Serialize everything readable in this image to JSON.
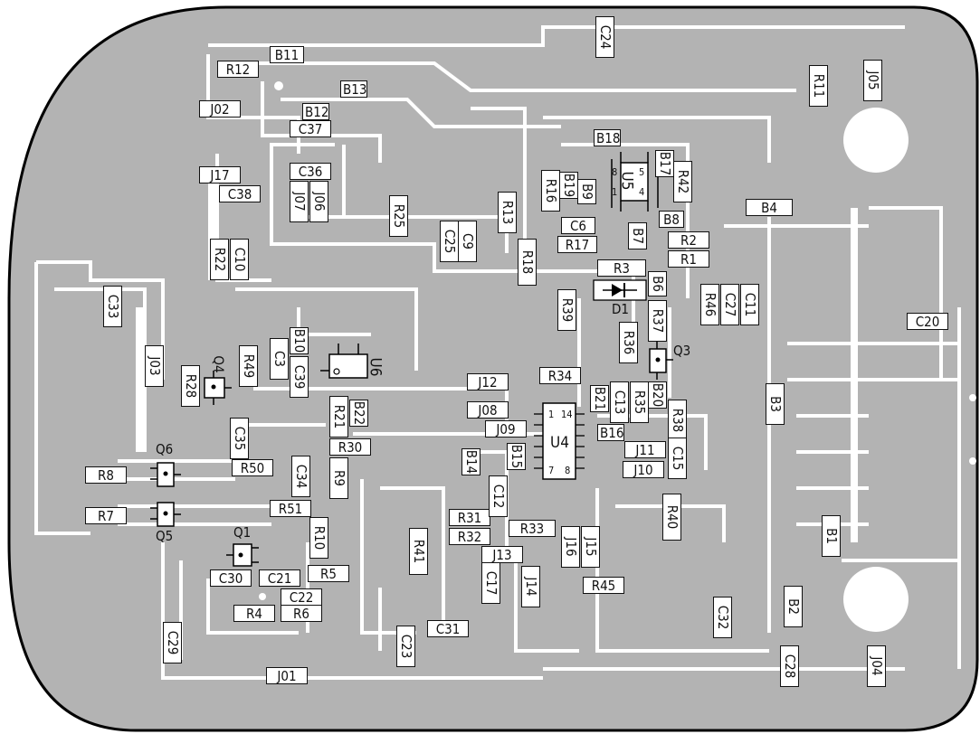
{
  "labels": {
    "B11": "B11",
    "R12": "R12",
    "B13": "B13",
    "J02": "J02",
    "B12": "B12",
    "C37": "C37",
    "C36": "C36",
    "J17": "J17",
    "C38": "C38",
    "J07": "J07",
    "J06": "J06",
    "R25": "R25",
    "R22": "R22",
    "C10": "C10",
    "C24": "C24",
    "R11": "R11",
    "J05": "J05",
    "B18": "B18",
    "B17": "B17",
    "R42": "R42",
    "R16": "R16",
    "B19": "B19",
    "B9": "B9",
    "U5": "U5",
    "B4": "B4",
    "B8": "B8",
    "R13": "R13",
    "C6": "C6",
    "C25": "C25",
    "C9": "C9",
    "R18": "R18",
    "R17": "R17",
    "B7": "B7",
    "R2": "R2",
    "R1": "R1",
    "R3": "R3",
    "D1": "D1",
    "B6": "B6",
    "R46": "R46",
    "C27": "C27",
    "C11": "C11",
    "R39": "R39",
    "R37": "R37",
    "C33": "C33",
    "C20": "C20",
    "R36": "R36",
    "Q3": "Q3",
    "J03": "J03",
    "R28": "R28",
    "Q4": "Q4",
    "R49": "R49",
    "C3": "C3",
    "B10": "B10",
    "C39": "C39",
    "U6": "U6",
    "J12": "J12",
    "R34": "R34",
    "B21": "B21",
    "C13": "C13",
    "R35": "R35",
    "B20": "B20",
    "B3": "B3",
    "R21": "R21",
    "B22": "B22",
    "J08": "J08",
    "J09": "J09",
    "U4": "U4",
    "B16": "B16",
    "R38": "R38",
    "C35": "C35",
    "R30": "R30",
    "J11": "J11",
    "C15": "C15",
    "Q6": "Q6",
    "R8": "R8",
    "R50": "R50",
    "C34": "C34",
    "R9": "R9",
    "B14": "B14",
    "B15": "B15",
    "J10": "J10",
    "C12": "C12",
    "R51": "R51",
    "R7": "R7",
    "Q5": "Q5",
    "R10": "R10",
    "R31": "R31",
    "R32": "R32",
    "R33": "R33",
    "R40": "R40",
    "B1": "B1",
    "Q1": "Q1",
    "J13": "J13",
    "J16": "J16",
    "J15": "J15",
    "R41": "R41",
    "C17": "C17",
    "J14": "J14",
    "C30": "C30",
    "C21": "C21",
    "R5": "R5",
    "C22": "C22",
    "R45": "R45",
    "B2": "B2",
    "C32": "C32",
    "R4": "R4",
    "R6": "R6",
    "C29": "C29",
    "C31": "C31",
    "C23": "C23",
    "C28": "C28",
    "J04": "J04",
    "J01": "J01"
  },
  "pins": {
    "u5_8": "8",
    "u5_5": "5",
    "u5_1": "1",
    "u5_4": "4",
    "u4_1": "1",
    "u4_14": "14",
    "u4_7": "7",
    "u4_8": "8"
  },
  "colors": {
    "board": "#b3b3b3",
    "copper_void": "#ffffff",
    "outline": "#000000"
  }
}
